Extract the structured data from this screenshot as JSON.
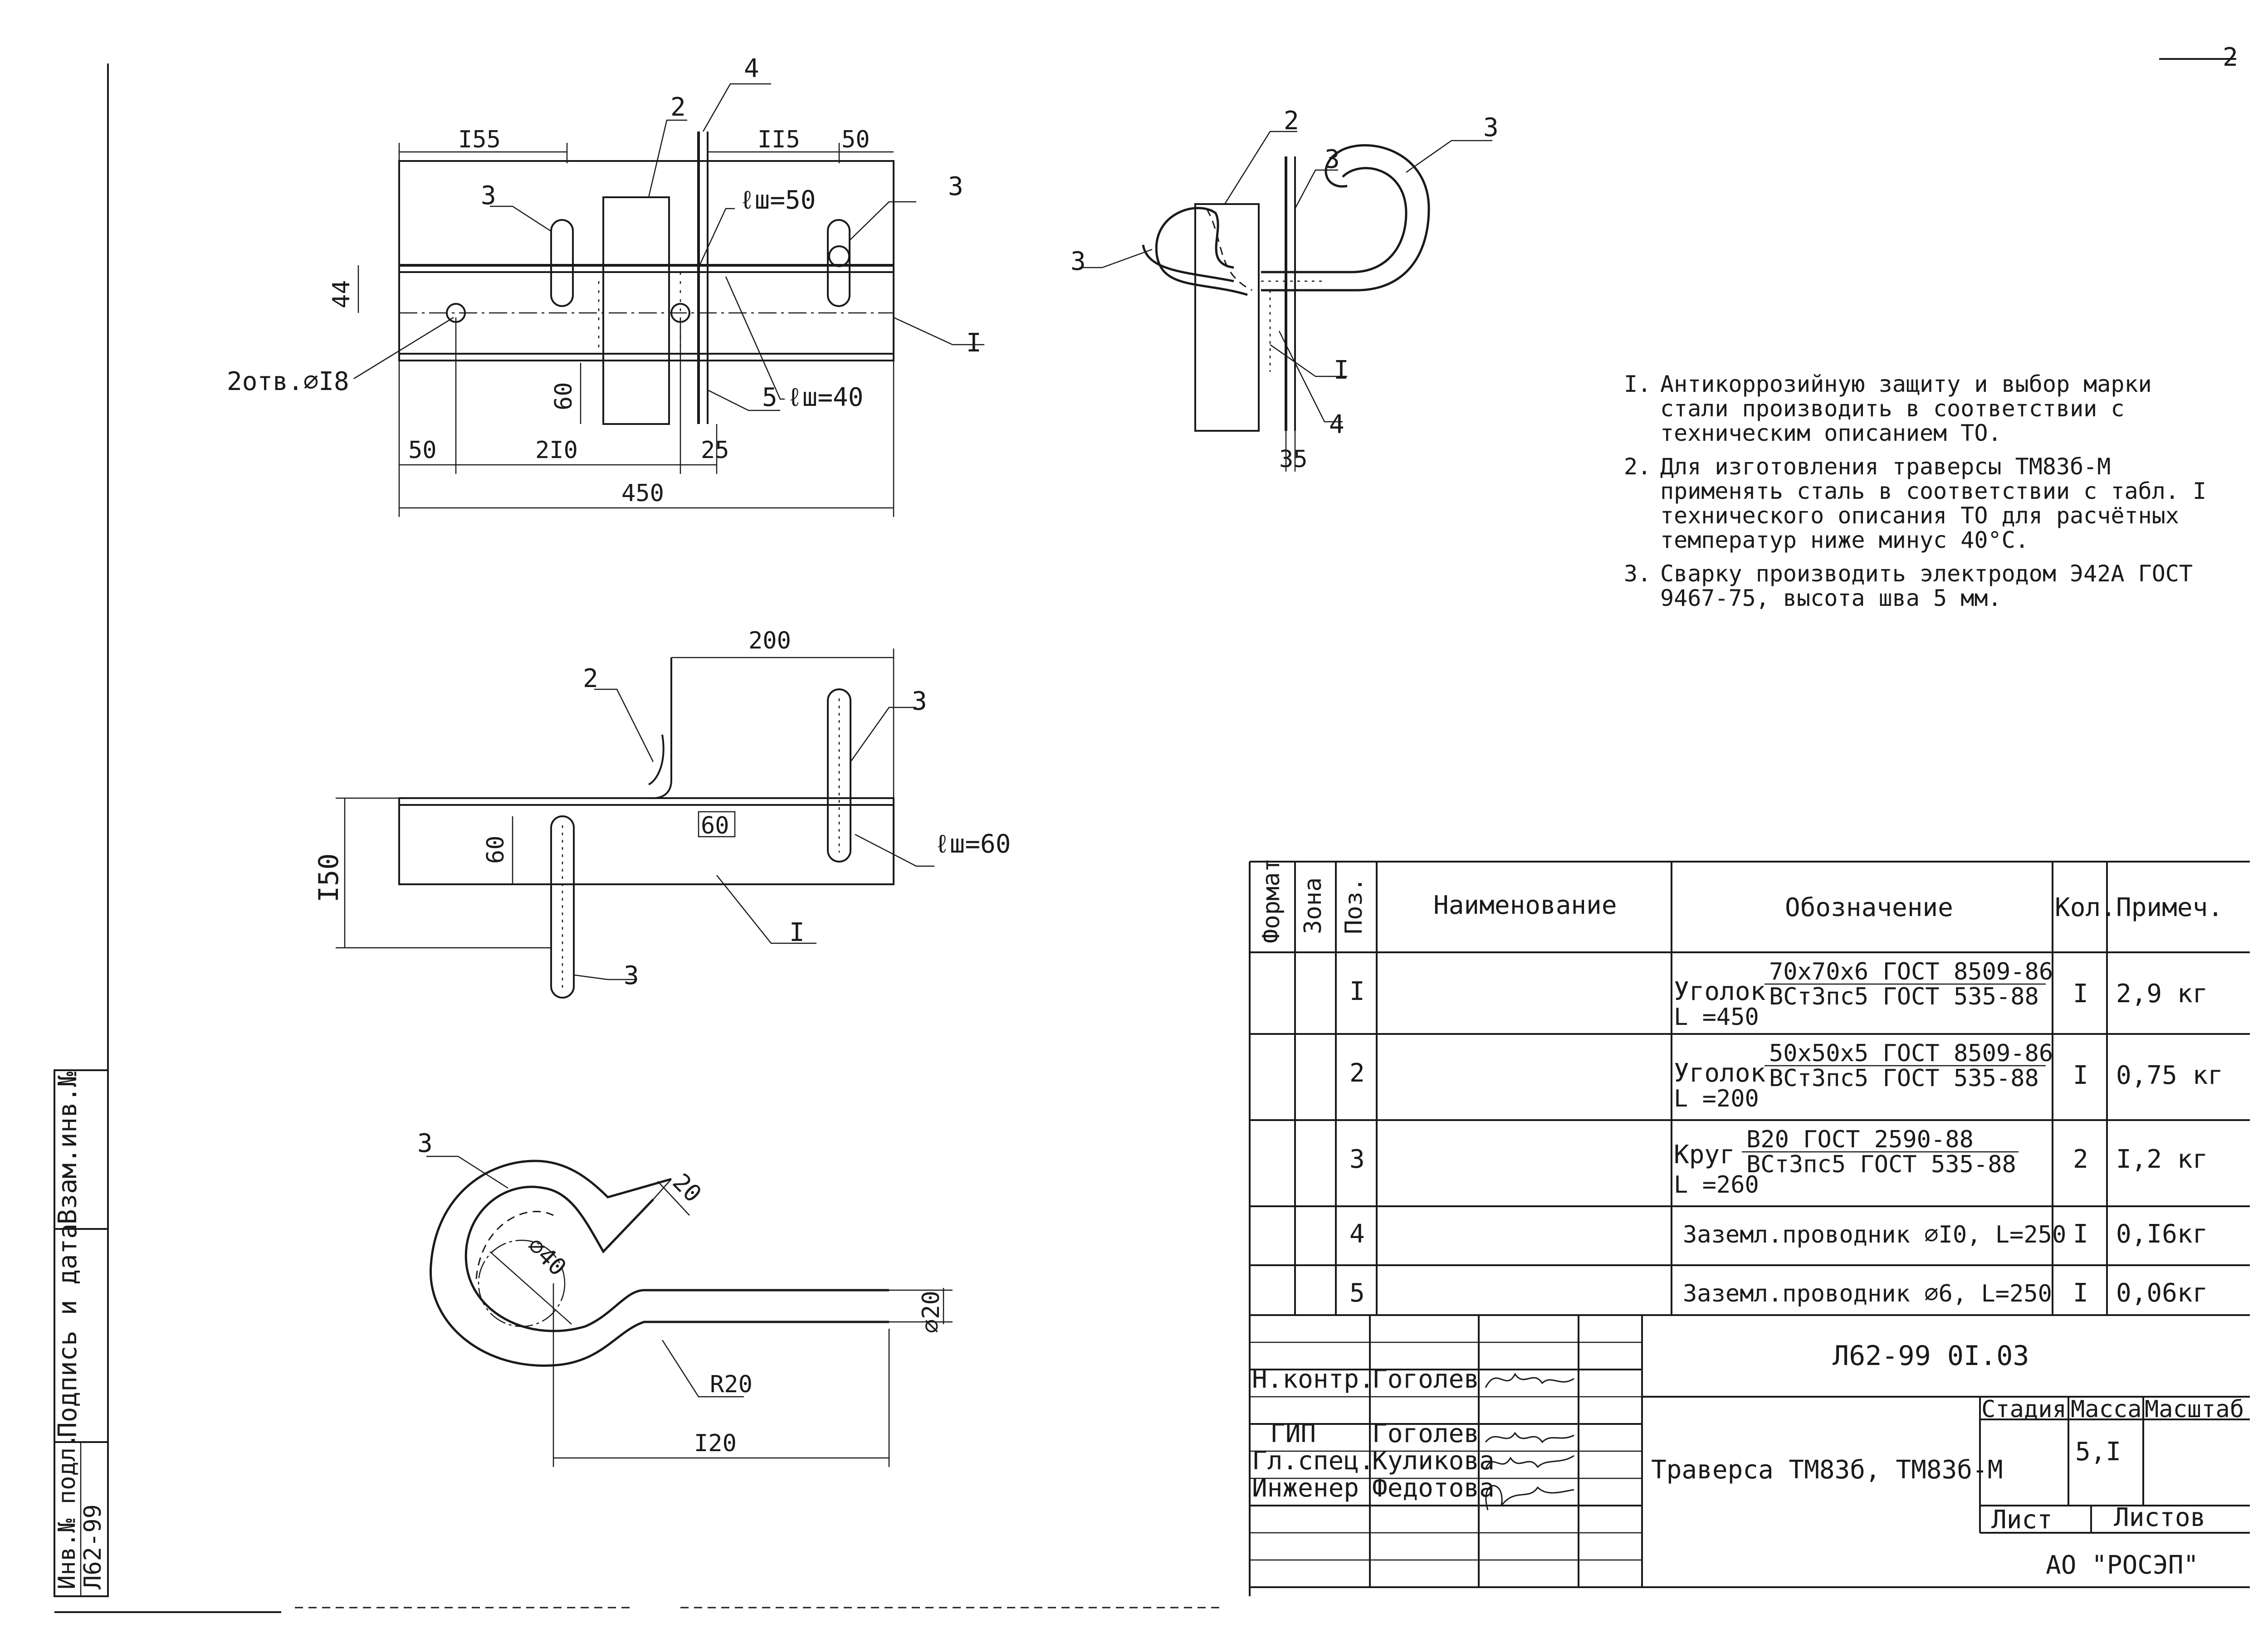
{
  "side_stamp": {
    "field1": "Взам.инв.№",
    "field2": "Подпись и дата",
    "field3": "Инв.№ подл.",
    "field3_value": "Л62-99"
  },
  "top_view": {
    "dims": {
      "d155": "I55",
      "d115": "II5",
      "d50a": "50",
      "d44": "44",
      "d60": "60",
      "d50b": "50",
      "d210": "2I0",
      "d25": "25",
      "d450": "450"
    },
    "callouts": {
      "c2": "2",
      "c3a": "3",
      "c3b": "3",
      "c4": "4",
      "c5": "5",
      "cI": "I"
    },
    "holes": "2отв.⌀I8",
    "weld_a": "ℓш=50",
    "weld_b": "ℓш=40"
  },
  "side_view": {
    "callouts": {
      "c2": "2",
      "c3a": "3",
      "c3b": "3",
      "c3c": "3",
      "cI": "I",
      "c4": "4"
    },
    "dim35": "35"
  },
  "front_view": {
    "dims": {
      "d200": "200",
      "d150": "I50",
      "d60a": "60",
      "d60b": "60"
    },
    "callouts": {
      "c2": "2",
      "c3a": "3",
      "c3b": "3",
      "cI": "I"
    },
    "weld": "ℓш=60"
  },
  "hook_detail": {
    "callout": "3",
    "dims": {
      "d20": "20",
      "d40": "⌀40",
      "d20b": "⌀20",
      "r20": "R20",
      "d120": "I20"
    }
  },
  "notes": [
    {
      "num": "I.",
      "text": "Антикоррозийную защиту и выбор марки стали производить в соответствии с техническим описанием ТО."
    },
    {
      "num": "2.",
      "text": "Для изготовления траверсы ТМ83б-М применять сталь в соответствии с табл. I технического описания ТО для расчётных температур ниже минус 40°С."
    },
    {
      "num": "3.",
      "text": "Сварку производить электродом Э42А ГОСТ 9467-75, высота шва 5 мм."
    }
  ],
  "spec_table": {
    "headers": {
      "format": "Формат",
      "zone": "Зона",
      "pos": "Поз.",
      "name": "Наименование",
      "designation": "Обозначение",
      "qty": "Кол.",
      "note": "Примеч."
    },
    "rows": [
      {
        "pos": "I",
        "des_prefix": "Уголок",
        "des_top": "70x70x6 ГОСТ 8509-86",
        "des_bottom": "ВСт3пс5 ГОСТ 535-88",
        "des_len": "L =450",
        "qty": "I",
        "note": "2,9 кг"
      },
      {
        "pos": "2",
        "des_prefix": "Уголок",
        "des_top": "50x50x5 ГОСТ 8509-86",
        "des_bottom": "ВСт3пс5 ГОСТ 535-88",
        "des_len": "L =200",
        "qty": "I",
        "note": "0,75 кг"
      },
      {
        "pos": "3",
        "des_prefix": "Круг",
        "des_top": "В20 ГОСТ 2590-88",
        "des_bottom": "ВСт3пс5 ГОСТ 535-88",
        "des_len": "L =260",
        "qty": "2",
        "note": "I,2 кг"
      },
      {
        "pos": "4",
        "des_single": "Заземл.проводник ⌀I0, L=250",
        "qty": "I",
        "note": "0,I6кг"
      },
      {
        "pos": "5",
        "des_single": "Заземл.проводник ⌀6, L=250",
        "qty": "I",
        "note": "0,06кг"
      }
    ]
  },
  "title_block": {
    "code": "Л62-99 0I.03",
    "title": "Траверса ТМ83б, ТМ83б-М",
    "stage": "Стадия",
    "mass": "Масса",
    "scale": "Масштаб",
    "mass_value": "5,I",
    "sheet": "Лист",
    "sheets": "Листов",
    "org": "АО \"РОСЭП\"",
    "roles": [
      {
        "role": "Н.контр.",
        "name": "Гоголев"
      },
      {
        "role": "ГИП",
        "name": "Гоголев"
      },
      {
        "role": "Гл.спец.",
        "name": "Куликова"
      },
      {
        "role": "Инженер",
        "name": "Федотова"
      }
    ]
  },
  "page_mark": "2"
}
